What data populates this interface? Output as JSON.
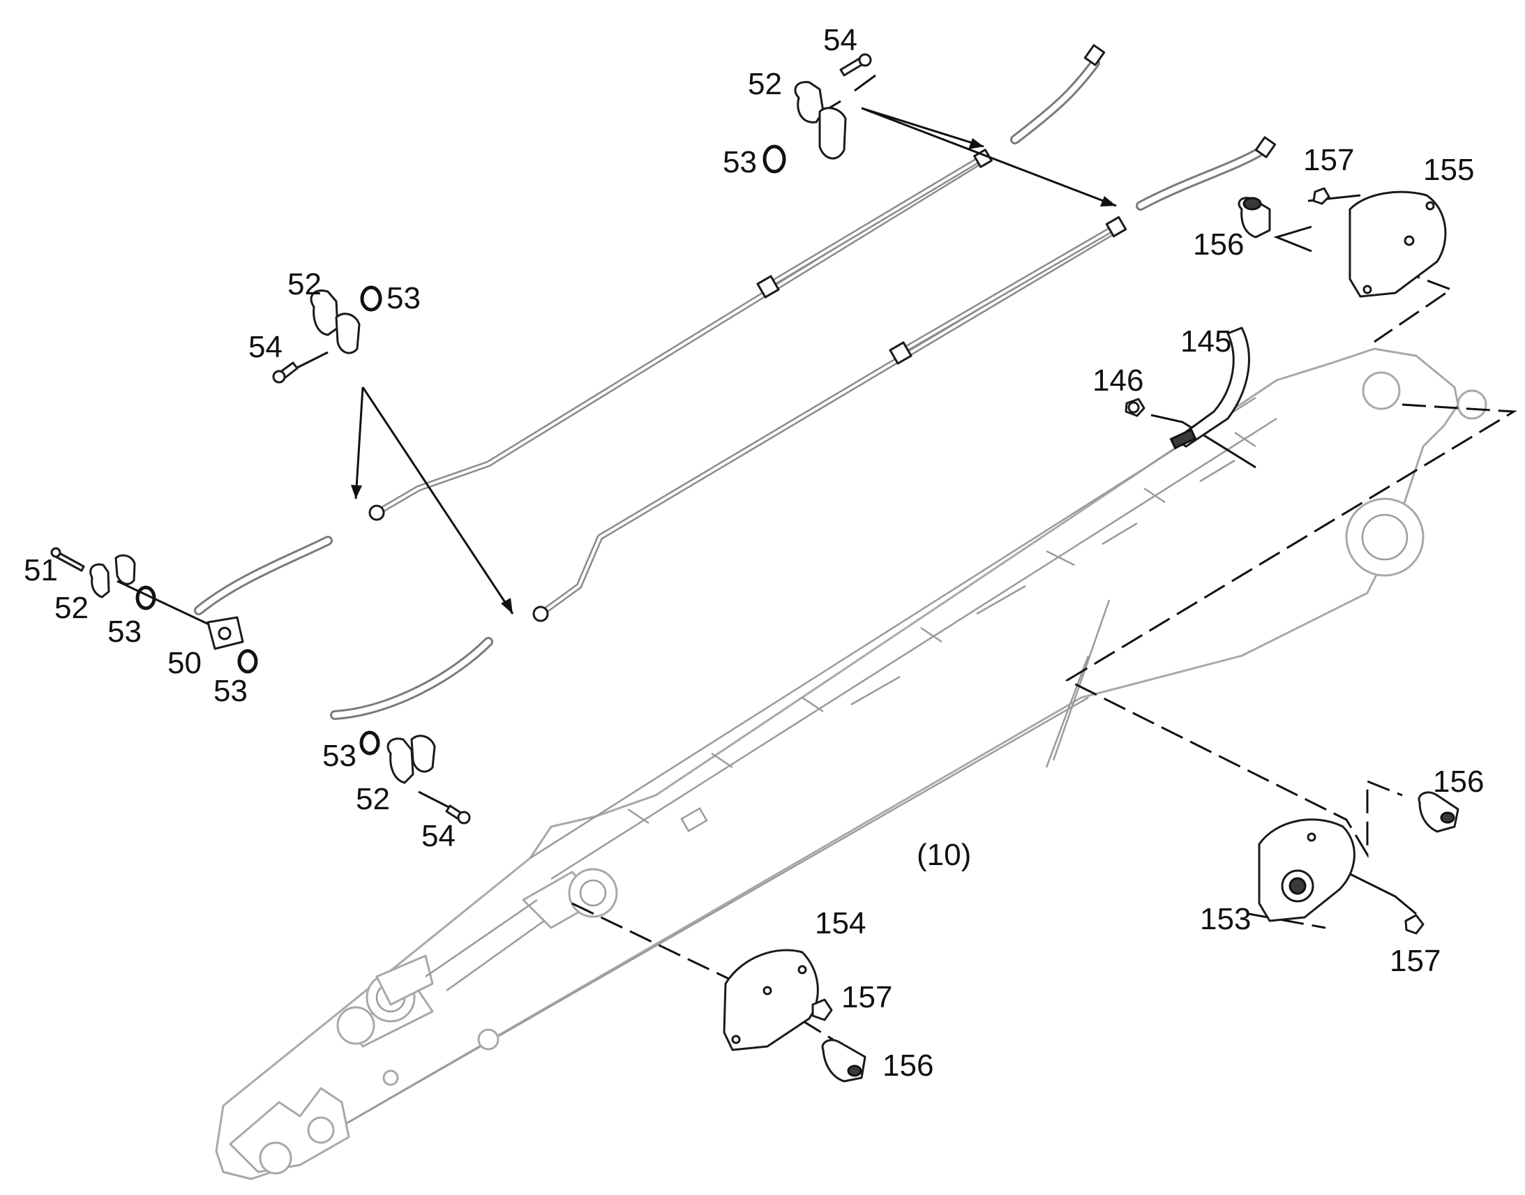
{
  "callouts": [
    {
      "id": "c-54-top",
      "text": "54"
    },
    {
      "id": "c-52-top",
      "text": "52"
    },
    {
      "id": "c-53-top",
      "text": "53"
    },
    {
      "id": "c-157-top",
      "text": "157"
    },
    {
      "id": "c-155",
      "text": "155"
    },
    {
      "id": "c-156-top",
      "text": "156"
    },
    {
      "id": "c-52-left",
      "text": "52"
    },
    {
      "id": "c-53-left",
      "text": "53"
    },
    {
      "id": "c-54-left",
      "text": "54"
    },
    {
      "id": "c-145",
      "text": "145"
    },
    {
      "id": "c-146",
      "text": "146"
    },
    {
      "id": "c-51",
      "text": "51"
    },
    {
      "id": "c-52-low",
      "text": "52"
    },
    {
      "id": "c-53-low",
      "text": "53"
    },
    {
      "id": "c-50",
      "text": "50"
    },
    {
      "id": "c-53-low2",
      "text": "53"
    },
    {
      "id": "c-53-bottom",
      "text": "53"
    },
    {
      "id": "c-52-bottom",
      "text": "52"
    },
    {
      "id": "c-54-bottom",
      "text": "54"
    },
    {
      "id": "c-10",
      "text": "(10)"
    },
    {
      "id": "c-156-right",
      "text": "156"
    },
    {
      "id": "c-153",
      "text": "153"
    },
    {
      "id": "c-157-right",
      "text": "157"
    },
    {
      "id": "c-154",
      "text": "154"
    },
    {
      "id": "c-157-bottom",
      "text": "157"
    },
    {
      "id": "c-156-bottom",
      "text": "156"
    }
  ],
  "colors": {
    "line": "#1a1a1a",
    "boom_outline": "#a8a8a8",
    "pipe": "#8a8a8a",
    "background": "#ffffff"
  }
}
